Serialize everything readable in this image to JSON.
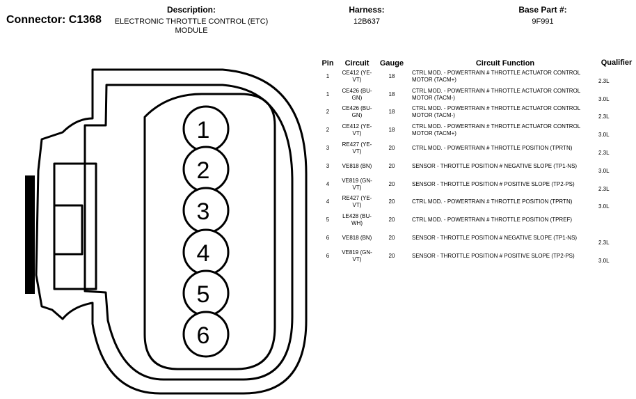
{
  "header": {
    "connector_label": "Connector:",
    "connector_id": "C1368",
    "description_label": "Description:",
    "description_line1": "ELECTRONIC THROTTLE CONTROL (ETC)",
    "description_line2": "MODULE",
    "harness_label": "Harness:",
    "harness_value": "12B637",
    "base_part_label": "Base Part #:",
    "base_part_value": "9F991"
  },
  "connector": {
    "pin_labels": [
      "1",
      "2",
      "3",
      "4",
      "5",
      "6"
    ]
  },
  "table": {
    "columns": [
      "Pin",
      "Circuit",
      "Gauge",
      "Circuit Function",
      "Qualifier"
    ],
    "rows": [
      {
        "pin": "1",
        "circuit": "CE412 (YE-VT)",
        "gauge": "18",
        "function": "CTRL MOD. - POWERTRAIN # THROTTLE ACTUATOR CONTROL MOTOR (TACM+)",
        "qualifier": "2.3L"
      },
      {
        "pin": "1",
        "circuit": "CE426 (BU-GN)",
        "gauge": "18",
        "function": "CTRL MOD. - POWERTRAIN # THROTTLE ACTUATOR CONTROL MOTOR (TACM-)",
        "qualifier": "3.0L"
      },
      {
        "pin": "2",
        "circuit": "CE426 (BU-GN)",
        "gauge": "18",
        "function": "CTRL MOD. - POWERTRAIN # THROTTLE ACTUATOR CONTROL MOTOR (TACM-)",
        "qualifier": "2.3L"
      },
      {
        "pin": "2",
        "circuit": "CE412 (YE-VT)",
        "gauge": "18",
        "function": "CTRL MOD. - POWERTRAIN # THROTTLE ACTUATOR CONTROL MOTOR (TACM+)",
        "qualifier": "3.0L"
      },
      {
        "pin": "3",
        "circuit": "RE427 (YE-VT)",
        "gauge": "20",
        "function": "CTRL MOD. - POWERTRAIN # THROTTLE POSITION (TPRTN)",
        "qualifier": "2.3L"
      },
      {
        "pin": "3",
        "circuit": "VE818 (BN)",
        "gauge": "20",
        "function": "SENSOR - THROTTLE POSITION # NEGATIVE SLOPE (TP1-NS)",
        "qualifier": "3.0L"
      },
      {
        "pin": "4",
        "circuit": "VE819 (GN-VT)",
        "gauge": "20",
        "function": "SENSOR - THROTTLE POSITION # POSITIVE SLOPE (TP2-PS)",
        "qualifier": "2.3L"
      },
      {
        "pin": "4",
        "circuit": "RE427 (YE-VT)",
        "gauge": "20",
        "function": "CTRL MOD. - POWERTRAIN # THROTTLE POSITION (TPRTN)",
        "qualifier": "3.0L"
      },
      {
        "pin": "5",
        "circuit": "LE428 (BU-WH)",
        "gauge": "20",
        "function": "CTRL MOD. - POWERTRAIN # THROTTLE POSITION (TPREF)",
        "qualifier": ""
      },
      {
        "pin": "6",
        "circuit": "VE818 (BN)",
        "gauge": "20",
        "function": "SENSOR - THROTTLE POSITION # NEGATIVE SLOPE (TP1-NS)",
        "qualifier": "2.3L"
      },
      {
        "pin": "6",
        "circuit": "VE819 (GN-VT)",
        "gauge": "20",
        "function": "SENSOR - THROTTLE POSITION # POSITIVE SLOPE (TP2-PS)",
        "qualifier": "3.0L"
      }
    ]
  }
}
